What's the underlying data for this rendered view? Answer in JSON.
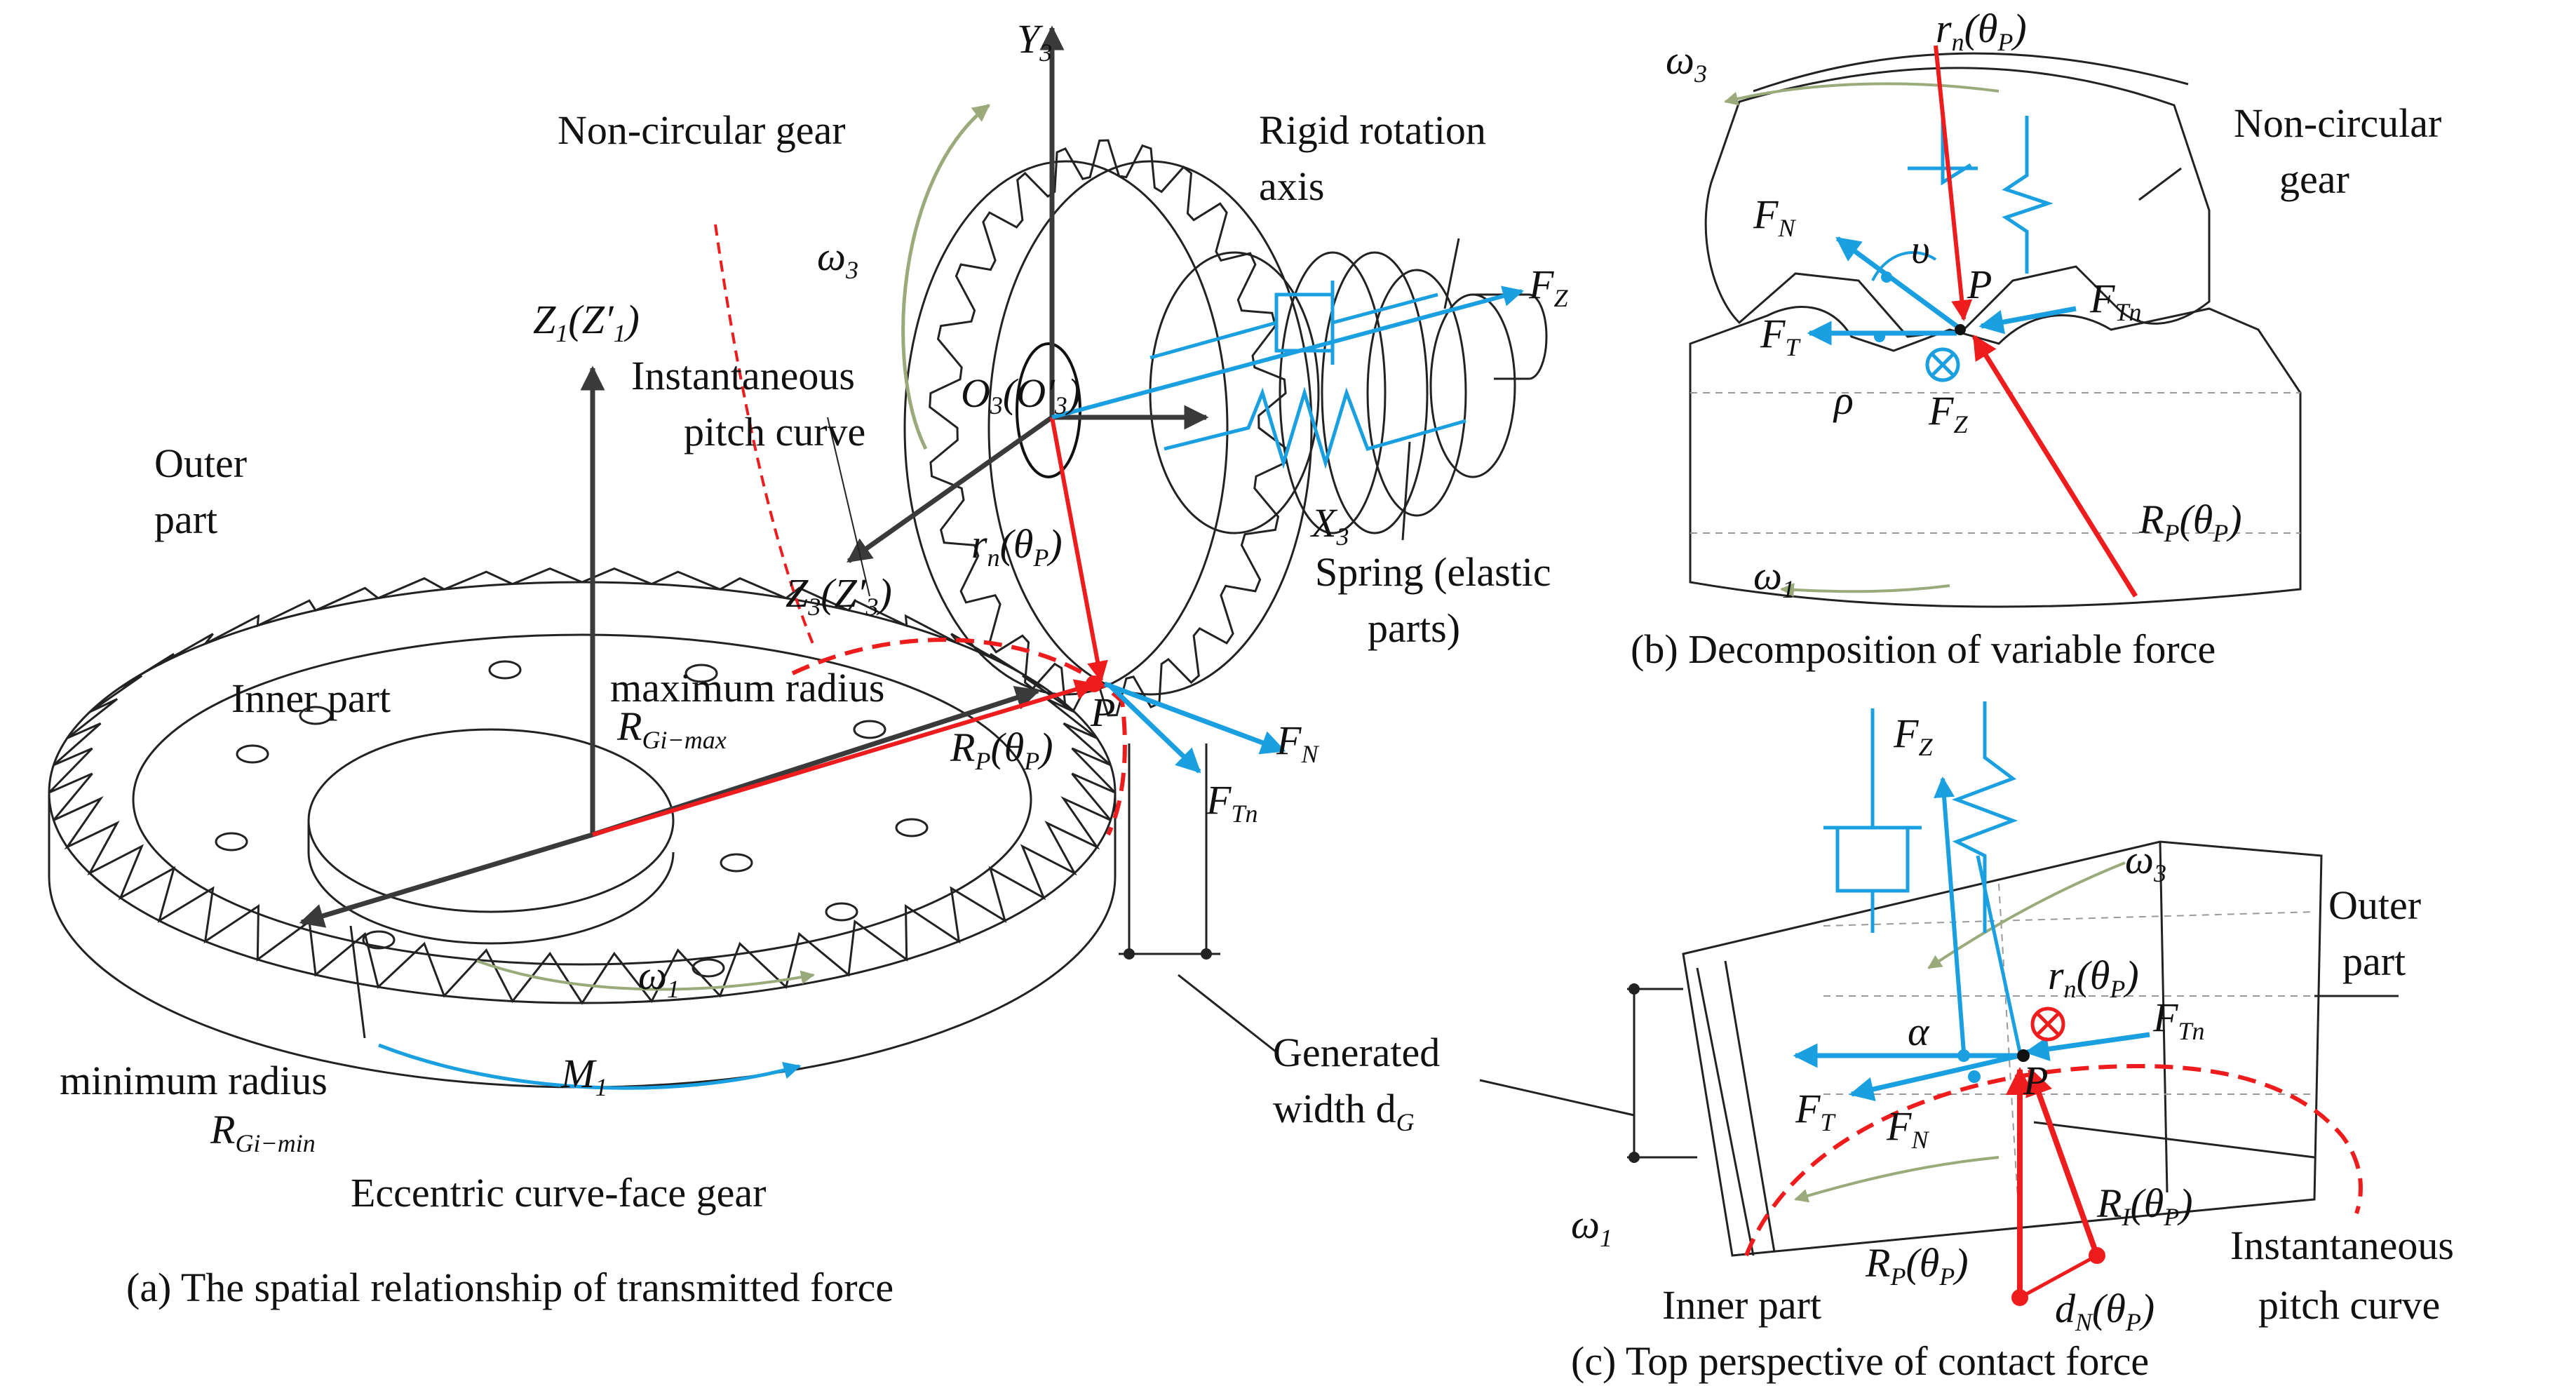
{
  "panel_a": {
    "caption": "(a) The spatial relationship of transmitted force",
    "non_circular_gear": "Non-circular gear",
    "rigid_rotation_axis_line1": "Rigid rotation",
    "rigid_rotation_axis_line2": "axis",
    "instantaneous_pitch_curve_line1": "Instantaneous",
    "instantaneous_pitch_curve_line2": "pitch curve",
    "outer_part_line1": "Outer",
    "outer_part_line2": "part",
    "inner_part": "Inner part",
    "maximum_radius": "maximum radius",
    "minimum_radius": "minimum radius",
    "spring_line1": "Spring (elastic",
    "spring_line2": "parts)",
    "generated_width_line1": "Generated",
    "generated_width_line2": "width d",
    "generated_width_sub": "G",
    "eccentric_gear": "Eccentric curve-face gear",
    "omega3": "ω",
    "omega3_sub": "3",
    "omega1": "ω",
    "omega1_sub": "1",
    "M1": "M",
    "M1_sub": "1",
    "Y3": "Y",
    "Y3_sub": "3",
    "X3": "X",
    "X3_sub": "3",
    "Z1": "Z",
    "Z1_sub": "1",
    "Z1_paren": "(Z′",
    "Z1_paren_sub": "1",
    "Z3": "Z",
    "Z3_sub": "3",
    "Z3_paren": "(Z′",
    "Z3_paren_sub": "3",
    "O3": "O",
    "O3_sub": "3",
    "O3_paren": "(O′",
    "O3_paren_sub": "3",
    "FZ": "F",
    "FZ_sub": "Z",
    "FN": "F",
    "FN_sub": "N",
    "FTn": "F",
    "FTn_sub": "Tn",
    "rn": "r",
    "rn_sub": "n",
    "theta": "(θ",
    "theta_sub": "P",
    "close_paren": ")",
    "RP": "R",
    "RP_sub": "P",
    "RGimax": "R",
    "RGimax_sub": "Gi−max",
    "RGimin": "R",
    "RGimin_sub": "Gi−min",
    "P": "P"
  },
  "panel_b": {
    "caption": "(b) Decomposition  of  variable force",
    "non_circular_gear_line1": "Non-circular",
    "non_circular_gear_line2": "gear",
    "omega3": "ω",
    "omega3_sub": "3",
    "omega1": "ω",
    "omega1_sub": "1",
    "FN": "F",
    "FN_sub": "N",
    "FT": "F",
    "FT_sub": "T",
    "FTn": "F",
    "FTn_sub": "Tn",
    "FZ": "F",
    "FZ_sub": "Z",
    "upsilon": "υ",
    "rho": "ρ",
    "P": "P",
    "rn": "r",
    "rn_sub": "n",
    "RP": "R",
    "RP_sub": "P",
    "theta": "(θ",
    "theta_sub": "P",
    "close_paren": ")"
  },
  "panel_c": {
    "caption": "(c) Top perspective of contact force",
    "outer_part_line1": "Outer",
    "outer_part_line2": "part",
    "inner_part": "Inner part",
    "pitch_curve_line1": "Instantaneous",
    "pitch_curve_line2": "pitch curve",
    "omega3": "ω",
    "omega3_sub": "3",
    "omega1": "ω",
    "omega1_sub": "1",
    "FZ": "F",
    "FZ_sub": "Z",
    "FT": "F",
    "FT_sub": "T",
    "FN": "F",
    "FN_sub": "N",
    "FTn": "F",
    "FTn_sub": "Tn",
    "alpha": "α",
    "P": "P",
    "rn": "r",
    "rn_sub": "n",
    "RI": "R",
    "RI_sub": "I",
    "RP": "R",
    "RP_sub": "P",
    "dN": "d",
    "dN_sub": "N",
    "theta": "(θ",
    "theta_sub": "P",
    "close_paren": ")"
  },
  "colors": {
    "blue": "#1a9fe0",
    "red": "#ee1c1c",
    "dark": "#3a3a3a",
    "green": "#9aaa7a"
  }
}
